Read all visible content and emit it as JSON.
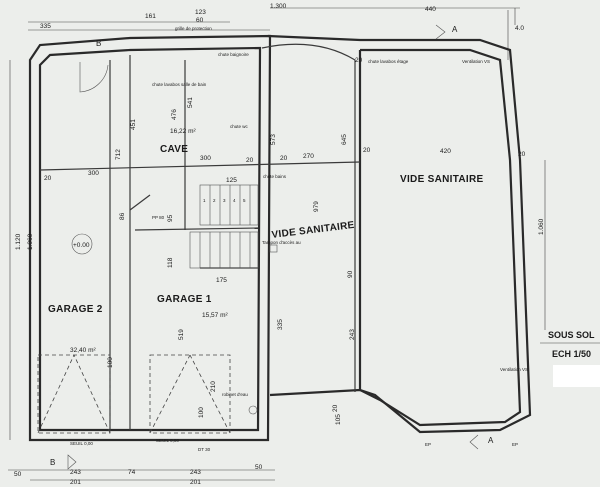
{
  "rooms": {
    "cave": {
      "name": "CAVE",
      "area": "16,22 m²"
    },
    "garage2": {
      "name": "GARAGE 2",
      "area": "32,40 m²"
    },
    "garage1": {
      "name": "GARAGE 1",
      "area": "15,57 m²"
    },
    "vide_sanitaire_center": "VIDE SANITAIRE",
    "vide_sanitaire_right": "VIDE SANITAIRE"
  },
  "title_block": {
    "title": "SOUS SOL",
    "scale": "ECH 1/50"
  },
  "level_marker": "+0.00",
  "section_marks": [
    "B",
    "B",
    "A",
    "A"
  ],
  "annotations": {
    "grille": "grille de protection",
    "chute_baignoire": "chute baignoire",
    "chute_lavabos_sdb": "chute lavabos salle de bain",
    "chute_lavabos_etage": "chute lavabos étage",
    "ventilation_top": "Ventilation VS",
    "ventilation_bottom": "Ventilation VS",
    "chute_wc": "chute wc",
    "chute_bains": "chute bains",
    "tampon": "Tampon d'accès au",
    "robinet": "robinet d'eau",
    "seuil_left": "SEUIL 0,00",
    "seuil_right": "SEUIL 0,00",
    "dt": "DT 30",
    "pp": "PP 80",
    "ep": "EP"
  },
  "stair_steps": [
    "1",
    "2",
    "3",
    "4",
    "5"
  ],
  "dims_top": [
    "335",
    "161",
    "123",
    "60",
    "1.300",
    "440",
    "4.0"
  ],
  "dims_bottom": [
    "50",
    "243",
    "74",
    "243",
    "50",
    "201",
    "201"
  ],
  "dims_interior": [
    "300",
    "300",
    "270",
    "420",
    "125",
    "175",
    "20",
    "20",
    "20",
    "20",
    "20",
    "20"
  ],
  "dims_side": [
    "1.120",
    "1.060",
    "712",
    "1.060",
    "451",
    "519",
    "335",
    "243",
    "573",
    "645",
    "979",
    "90",
    "476",
    "541"
  ],
  "dims_misc": [
    "105",
    "100",
    "210",
    "100",
    "118",
    "95",
    "86",
    "20"
  ]
}
